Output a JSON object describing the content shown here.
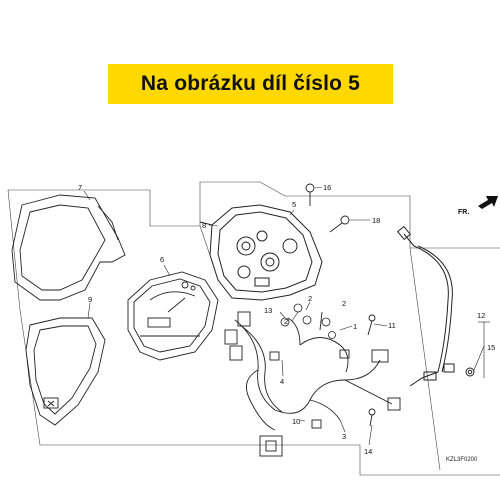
{
  "banner": {
    "text": "Na obrázku díl číslo 5",
    "bg": "#ffd800"
  },
  "direction_label": "FR.",
  "diagram_code": "KZL3F0200",
  "callouts": {
    "c1": "1",
    "c2a": "2",
    "c2b": "2",
    "c2c": "2",
    "c3": "3",
    "c4": "4",
    "c5": "5",
    "c6": "6",
    "c7": "7",
    "c8": "8",
    "c9": "9",
    "c10": "10",
    "c11": "11",
    "c12": "12",
    "c13": "13",
    "c14": "14",
    "c15": "15",
    "c16": "16",
    "c18": "18"
  }
}
